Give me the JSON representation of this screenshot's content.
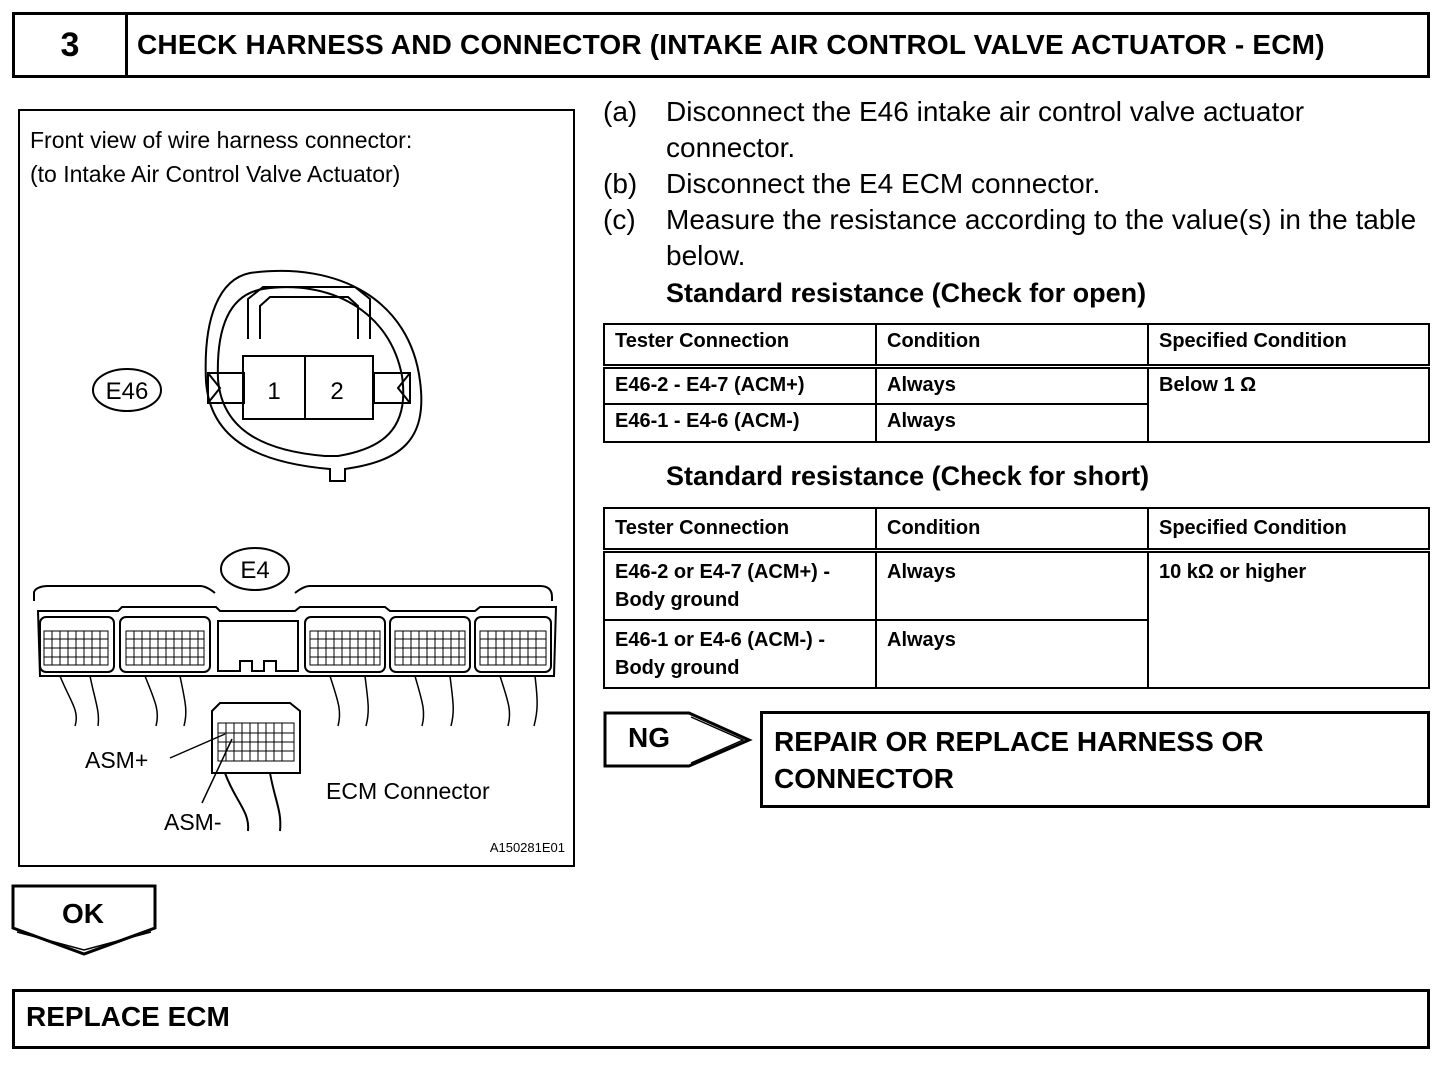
{
  "header": {
    "step_number": "3",
    "title": "CHECK HARNESS AND CONNECTOR (INTAKE AIR CONTROL VALVE ACTUATOR - ECM)"
  },
  "figure": {
    "caption_line1": "Front view of wire harness connector:",
    "caption_line2": "(to Intake Air Control Valve Actuator)",
    "e46_label": "E46",
    "pin1": "1",
    "pin2": "2",
    "e4_label": "E4",
    "asm_plus": "ASM+",
    "asm_minus": "ASM-",
    "ecm_connector": "ECM Connector",
    "figure_id": "A150281E01"
  },
  "steps": [
    {
      "letter": "(a)",
      "text": "Disconnect the E46 intake air control valve actuator connector."
    },
    {
      "letter": "(b)",
      "text": "Disconnect the E4 ECM connector."
    },
    {
      "letter": "(c)",
      "text": "Measure the resistance according to the value(s) in the table below."
    }
  ],
  "open_table": {
    "title": "Standard resistance (Check for open)",
    "headers": [
      "Tester Connection",
      "Condition",
      "Specified Condition"
    ],
    "row1": {
      "connection": "E46-2 - E4-7 (ACM+)",
      "condition": "Always"
    },
    "row2": {
      "connection": "E46-1 - E4-6 (ACM-)",
      "condition": "Always"
    },
    "specified": "Below 1 Ω"
  },
  "short_table": {
    "title": "Standard resistance (Check for short)",
    "headers": [
      "Tester Connection",
      "Condition",
      "Specified Condition"
    ],
    "row1": {
      "connection_line1": "E46-2 or E4-7 (ACM+) -",
      "connection_line2": "Body ground",
      "condition": "Always"
    },
    "row2": {
      "connection_line1": "E46-1 or E4-6 (ACM-) -",
      "connection_line2": "Body ground",
      "condition": "Always"
    },
    "specified": "10 kΩ or higher"
  },
  "ng": {
    "label": "NG",
    "result_line1": "REPAIR OR REPLACE HARNESS OR",
    "result_line2": "CONNECTOR"
  },
  "ok": {
    "label": "OK"
  },
  "final": {
    "text": "REPLACE ECM"
  }
}
